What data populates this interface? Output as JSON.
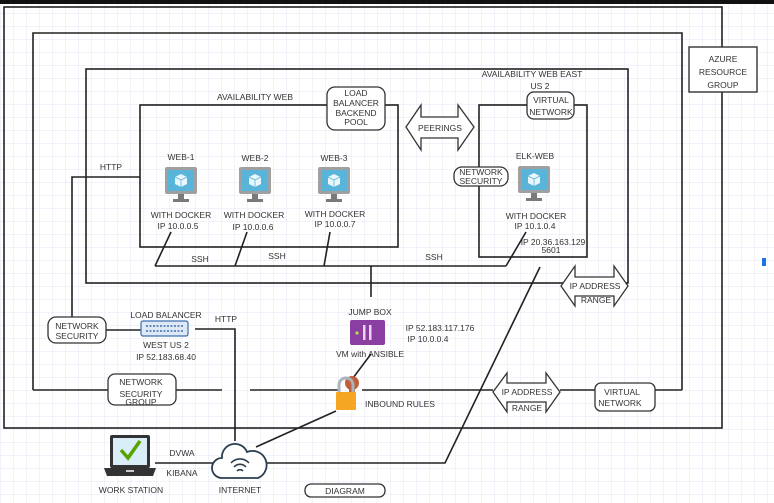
{
  "labels": {
    "azure_resource_group": [
      "AZURE",
      "RESOURCE",
      "GROUP"
    ],
    "availability_web": "AVAILABILITY WEB",
    "availability_web_east": [
      "AVAILABILITY WEB EAST",
      "US 2"
    ],
    "lb_backend_pool": [
      "LOAD",
      "BALANCER",
      "BACKEND",
      "POOL"
    ],
    "peerings": "PEERINGS",
    "virtual_network_top": [
      "VIRTUAL",
      "NETWORK"
    ],
    "network_security_elk": [
      "NETWORK",
      "SECURITY"
    ],
    "http_left": "HTTP",
    "http_right": "HTTP",
    "ssh": [
      "SSH",
      "SSH",
      "SSH"
    ],
    "ip_range_upper": [
      "IP ADDRESS",
      "RANGE"
    ],
    "ip_range_lower": [
      "IP ADDRESS",
      "RANGE"
    ],
    "network_security_left": [
      "NETWORK",
      "SECURITY"
    ],
    "network_security_group": [
      "NETWORK",
      "SECURITY",
      "GROUP"
    ],
    "virtual_network_bottom": [
      "VIRTUAL",
      "NETWORK"
    ],
    "inbound_rules": "INBOUND RULES",
    "dvwa": "DVWA",
    "kibana": "KIBANA",
    "diagram": "DIAGRAM"
  },
  "web_vms": [
    {
      "name": "WEB-1",
      "desc": "WITH DOCKER",
      "ip": "IP 10.0.0.5"
    },
    {
      "name": "WEB-2",
      "desc": "WITH DOCKER",
      "ip": "IP 10.0.0.6"
    },
    {
      "name": "WEB-3",
      "desc": "WITH DOCKER",
      "ip": "IP 10.0.0.7"
    }
  ],
  "elk_vm": {
    "name": "ELK-WEB",
    "desc": "WITH DOCKER",
    "ip": "IP 10.1.0.4",
    "public_ip": "IP 20.36.163.129",
    "port": "5601"
  },
  "load_balancer": {
    "title": "LOAD BALANCER",
    "region": "WEST US 2",
    "ip": "IP 52.183.68.40"
  },
  "jump_box": {
    "title": "JUMP BOX",
    "public_ip": "IP 52.183.117.176",
    "private_ip": "IP 10.0.0.4",
    "desc": "VM with ANSIBLE"
  },
  "workstation": "WORK STATION",
  "internet": "INTERNET",
  "icons": [
    "vm-monitor-icon",
    "load-balancer-icon",
    "jump-box-server-icon",
    "lock-key-icon",
    "laptop-check-icon",
    "cloud-wifi-icon"
  ],
  "colors": {
    "vm_screen": "#59b4d9",
    "jump_box": "#8a3ea1",
    "lock": "#f5a623",
    "key": "#c0603c",
    "check": "#57a300",
    "grid": "#e4e4f7"
  }
}
